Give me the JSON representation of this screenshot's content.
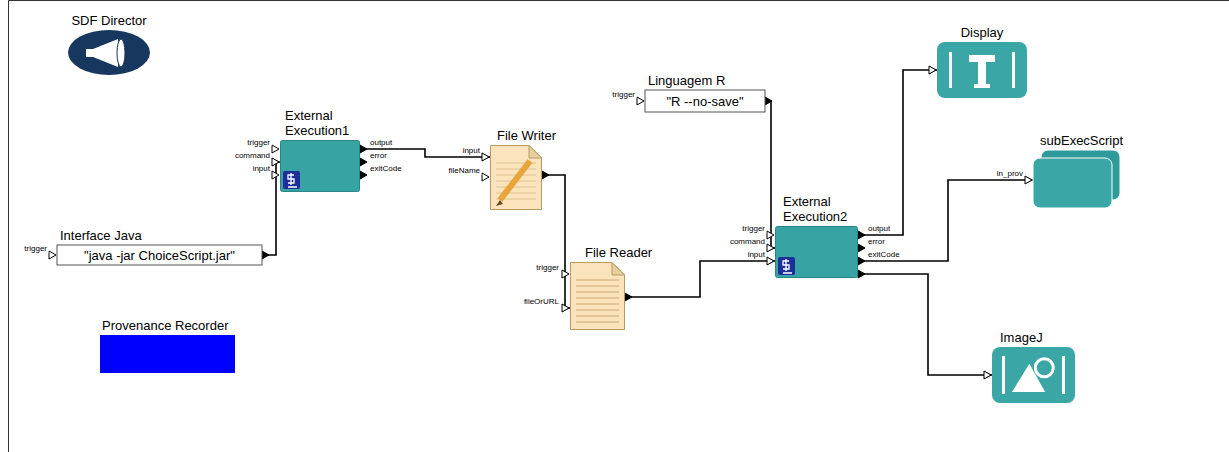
{
  "diagram": {
    "nodes": [
      {
        "text": [
          "SDF Director"
        ]
      },
      {
        "text": [
          "Display"
        ]
      },
      {
        "text": [
          "Linguagem R",
          "\"R --no-save\""
        ]
      },
      {
        "text": [
          "External Execution1"
        ]
      },
      {
        "text": [
          "File Writer"
        ]
      },
      {
        "text": [
          "subExecScript"
        ]
      },
      {
        "text": [
          "External Execution2"
        ]
      },
      {
        "text": [
          "Interface Java",
          "\"java -jar ChoiceScript.jar\""
        ]
      },
      {
        "text": [
          "File Reader"
        ]
      },
      {
        "text": [
          "Provenance Recorder"
        ]
      },
      {
        "text": [
          "ImageJ"
        ]
      }
    ],
    "edges": [
      {
        "from": 7,
        "to": 3,
        "arrow": "to"
      },
      {
        "from": 3,
        "to": 4,
        "arrow": "to"
      },
      {
        "from": 4,
        "to": 8,
        "arrow": "to"
      },
      {
        "from": 8,
        "to": 6,
        "arrow": "to"
      },
      {
        "from": 2,
        "to": 6,
        "arrow": "to"
      },
      {
        "from": 6,
        "to": 1,
        "arrow": "to"
      },
      {
        "from": 6,
        "to": 5,
        "arrow": "to"
      },
      {
        "from": 6,
        "to": 10,
        "arrow": "to"
      }
    ],
    "labels": [
      "trigger",
      "command",
      "input",
      "output",
      "error",
      "exitCode",
      "trigger",
      "input",
      "fileName",
      "trigger",
      "trigger",
      "fileOrURL",
      "trigger",
      "command",
      "input",
      "output",
      "error",
      "exitCode",
      "in_prov"
    ]
  }
}
